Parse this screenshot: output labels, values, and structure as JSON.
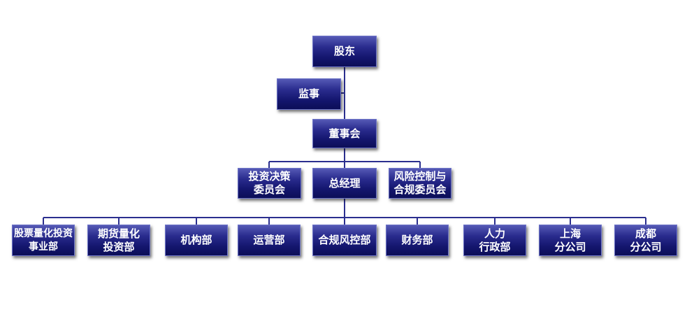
{
  "colors": {
    "box_top": "#5559b5",
    "box_bottom": "#0c0e57",
    "connector": "#2b2f8f",
    "text": "#ffffff"
  },
  "nodes": {
    "shareholders": "股东",
    "supervisor": "监事",
    "board": "董事会",
    "investment_committee": "投资决策\n委员会",
    "general_manager": "总经理",
    "risk_committee": "风险控制与\n合规委员会",
    "dept_quant_stock": "股票量化投资\n事业部",
    "dept_futures_quant": "期货量化\n投资部",
    "dept_institution": "机构部",
    "dept_operations": "运营部",
    "dept_compliance_risk": "合规风控部",
    "dept_finance": "财务部",
    "dept_hr_admin": "人力\n行政部",
    "branch_shanghai": "上海\n分公司",
    "branch_chengdu": "成都\n分公司"
  }
}
